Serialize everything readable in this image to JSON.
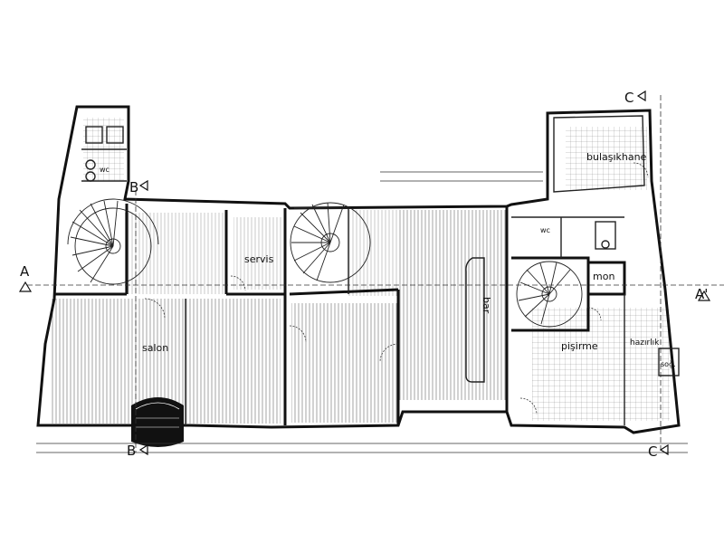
{
  "rooms": {
    "salon": "salon",
    "servis": "servis",
    "bar": "bar",
    "bulasikhane": "bulaşıkhane",
    "wc_left": "wc",
    "wc_right": "wc",
    "mon": "mon",
    "pisirme": "pişirme",
    "hazirlik": "hazırlık",
    "soguk": "soğ."
  },
  "sections": {
    "a_left": "A",
    "a_right": "A'",
    "b_top": "B",
    "b_bottom": "B",
    "c_top": "C",
    "c_bottom": "C"
  },
  "colors": {
    "ink": "#111111",
    "paper": "#ffffff",
    "hatch": "#555555"
  }
}
